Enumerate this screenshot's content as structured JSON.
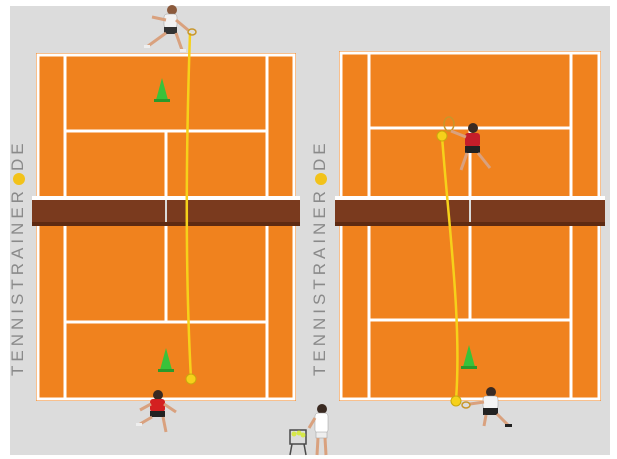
{
  "watermark": {
    "left_text": "TENNISTRAINER",
    "left_suffix": "DE",
    "right_text": "TENNISTRAINER",
    "right_suffix": "DE"
  },
  "colors": {
    "background": "#dcdcdc",
    "clay": "#f0821e",
    "clay_dark": "#e27516",
    "lines": "#ffffff",
    "net": "#7a3a1e",
    "ball_path": "#f6d11a",
    "cone": "#39c23a"
  },
  "courts": [
    {
      "name": "left-court",
      "figures": [
        "player-top-stretching",
        "player-bottom-red-shirt"
      ],
      "cones": 2
    },
    {
      "name": "right-court",
      "figures": [
        "player-red-shirt-volley",
        "player-bottom-white-shirt"
      ],
      "cones": 1
    }
  ],
  "icons": [
    "tennis-ball-icon",
    "training-cone-icon",
    "ball-basket-icon",
    "coach-figure-icon"
  ]
}
